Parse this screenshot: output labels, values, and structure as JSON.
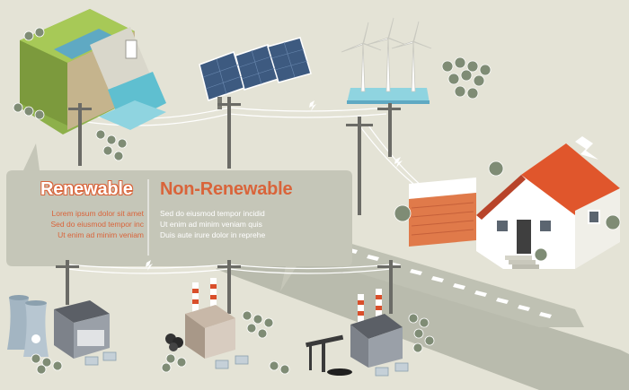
{
  "renewable": {
    "title": "Renewable",
    "lines": [
      "Lorem ipsum dolor sit amet",
      "Sed do eiusmod tempor inc",
      "Ut enim ad minim veniam"
    ]
  },
  "non_renewable": {
    "title": "Non-Renewable",
    "lines": [
      "Sed do eiusmod tempor incidid",
      "Ut enim ad minim veniam quis",
      "Duis aute irure dolor in reprehe"
    ]
  },
  "colors": {
    "background": "#e4e3d6",
    "accent": "#d9643a",
    "panel": "#c5c6b8",
    "road": "#b9bbad",
    "roof": "#e0562c",
    "solar": "#3d5a80",
    "grass": "#a7c957",
    "tree": "#7f8c75"
  },
  "icons": [
    "hydro-dam-icon",
    "solar-panel-icon",
    "wind-turbine-icon",
    "house-icon",
    "nuclear-plant-icon",
    "coal-plant-icon",
    "oil-refinery-icon",
    "pump-jack-icon",
    "utility-pole-icon",
    "electric-spark-icon",
    "lightning-icon",
    "tree-icon"
  ]
}
